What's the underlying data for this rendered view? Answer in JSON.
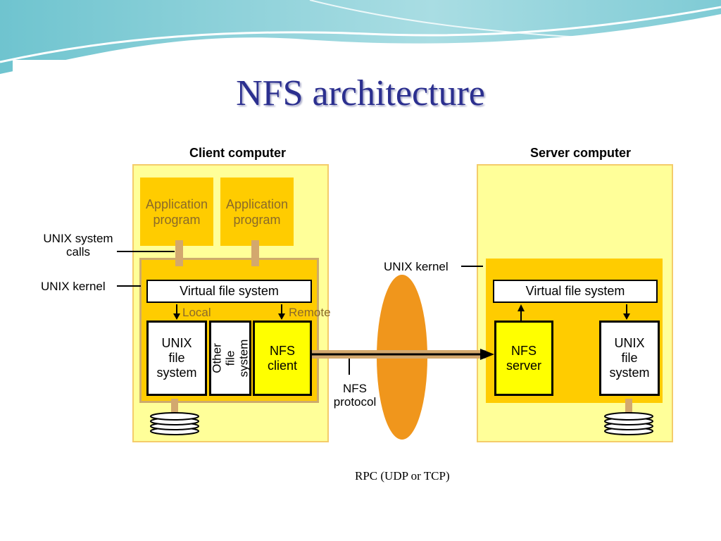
{
  "title": "NFS architecture",
  "client": {
    "heading": "Client computer",
    "apps": [
      "Application program",
      "Application program"
    ],
    "vfs": "Virtual file system",
    "local": "Local",
    "remote": "Remote",
    "unix_fs": "UNIX file system",
    "other_fs": "Other file system",
    "nfs_client": "NFS client"
  },
  "server": {
    "heading": "Server computer",
    "vfs": "Virtual file system",
    "nfs_server": "NFS server",
    "unix_fs": "UNIX file system"
  },
  "labels": {
    "unix_system_calls": "UNIX system calls",
    "unix_kernel_left": "UNIX kernel",
    "unix_kernel_mid": "UNIX kernel",
    "nfs_protocol": "NFS protocol",
    "rpc": "RPC (UDP or TCP)"
  },
  "colors": {
    "panel": "#ffff99",
    "kernel": "#ffcc00",
    "nfs_box": "#ffff00",
    "network": "#f0961c",
    "title": "#2b2f8f"
  },
  "icons": [
    "disk-stack-icon",
    "network-ellipse",
    "arrow-right-icon",
    "arrow-down-icon",
    "arrow-up-icon"
  ]
}
